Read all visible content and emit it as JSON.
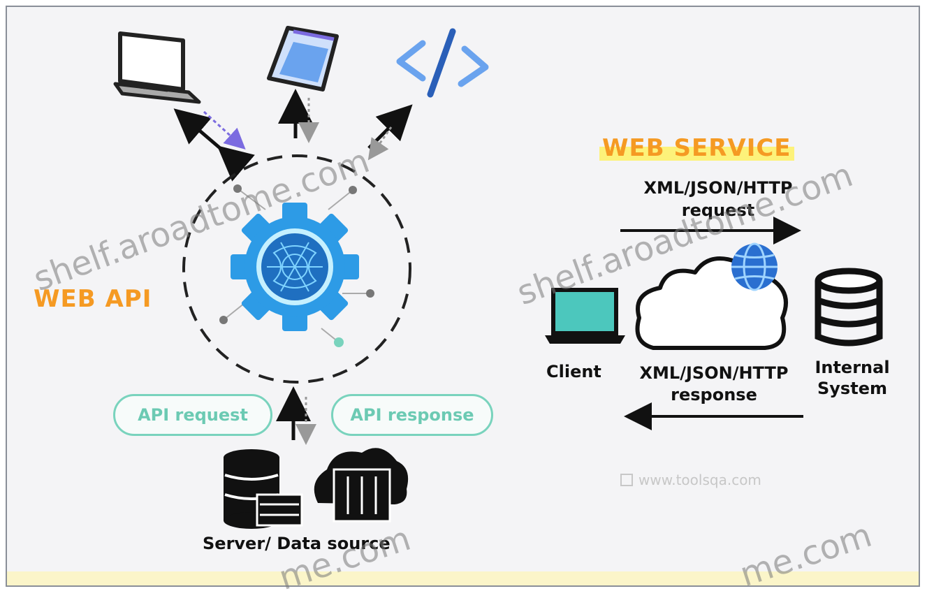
{
  "web_api": {
    "title": "WEB API",
    "api_request_label": "API request",
    "api_response_label": "API response",
    "server_label": "Server/ Data source"
  },
  "web_service": {
    "title": "WEB SERVICE",
    "request_label_line1": "XML/JSON/HTTP",
    "request_label_line2": "request",
    "response_label_line1": "XML/JSON/HTTP",
    "response_label_line2": "response",
    "client_label": "Client",
    "internal_label_line1": "Internal",
    "internal_label_line2": "System",
    "source_note": "www.toolsqa.com"
  },
  "watermarks": [
    "shelf.aroadtome.com",
    "shelf.aroadtome.com",
    "me.com",
    "me.com"
  ],
  "colors": {
    "accent_orange": "#f59a23",
    "highlight_yellow": "#fdf27a",
    "gear_blue": "#2d9be6",
    "pill_teal": "#79d3bd",
    "phone_blue": "#6aa3ee"
  },
  "icons": [
    "laptop-icon",
    "smartphone-icon",
    "code-icon",
    "gear-icon",
    "database-icon",
    "cloud-server-icon",
    "cloud-icon",
    "globe-icon"
  ]
}
